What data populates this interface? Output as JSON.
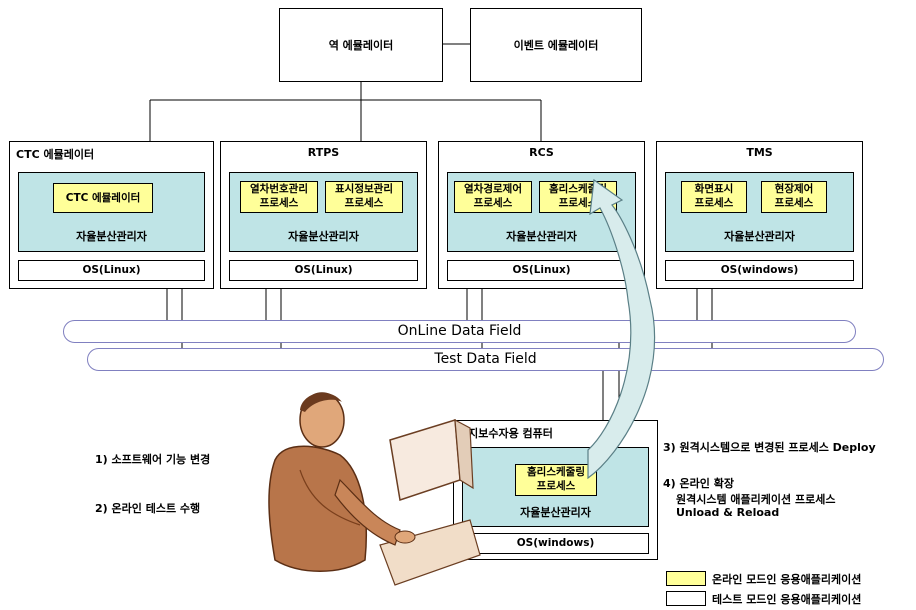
{
  "top": {
    "station_emulator": "역 에뮬레이터",
    "event_emulator": "이벤트 에뮬레이터"
  },
  "systems": [
    {
      "title": "CTC 에뮬레이터",
      "processes": [
        "CTC 에뮬레이터"
      ],
      "manager": "자율분산관리자",
      "os": "OS(Linux)"
    },
    {
      "title": "RTPS",
      "processes": [
        "열차번호관리\n프로세스",
        "표시정보관리\n프로세스"
      ],
      "manager": "자율분산관리자",
      "os": "OS(Linux)"
    },
    {
      "title": "RCS",
      "processes": [
        "열차경로제어\n프로세스",
        "홈리스케줄링\n프로세스"
      ],
      "manager": "자율분산관리자",
      "os": "OS(Linux)"
    },
    {
      "title": "TMS",
      "processes": [
        "화면표시\n프로세스",
        "현장제어\n프로세스"
      ],
      "manager": "자율분산관리자",
      "os": "OS(windows)"
    }
  ],
  "buses": {
    "online": "OnLine Data Field",
    "test": "Test Data Field"
  },
  "maintenance": {
    "title": "유지보수자용 컴퓨터",
    "process": "홈리스케줄링\n프로세스",
    "manager": "자율분산관리자",
    "os": "OS(windows)"
  },
  "steps": {
    "step1": "1) 소프트웨어 기능 변경",
    "step2": "2) 온라인 테스트 수행",
    "step3": "3) 원격시스템으로 변경된 프로세스 Deploy",
    "step4_title": "4) 온라인 확장",
    "step4_line2": "원격시스템 애플리케이션 프로세스",
    "step4_line3": "Unload & Reload"
  },
  "legend": {
    "online_label": "온라인 모드인 응용애플리케이션",
    "online_color": "#ffff99",
    "test_label": "테스트 모드인 응용애플리케이션",
    "test_color": "#ffffff"
  },
  "colors": {
    "teal": "#bfe4e6",
    "arrow_fill": "#d8ecec",
    "bus_border": "#8080c0"
  }
}
